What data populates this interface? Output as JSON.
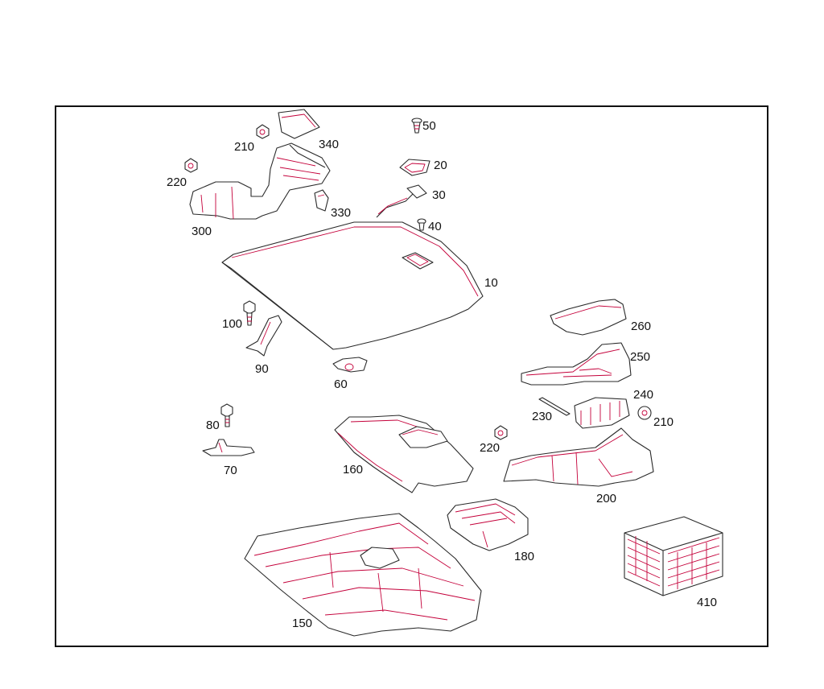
{
  "diagram": {
    "parts": [
      {
        "id": "p10",
        "number": "10"
      },
      {
        "id": "p20",
        "number": "20"
      },
      {
        "id": "p30",
        "number": "30"
      },
      {
        "id": "p40",
        "number": "40"
      },
      {
        "id": "p50",
        "number": "50"
      },
      {
        "id": "p60",
        "number": "60"
      },
      {
        "id": "p70",
        "number": "70"
      },
      {
        "id": "p80",
        "number": "80"
      },
      {
        "id": "p90",
        "number": "90"
      },
      {
        "id": "p100",
        "number": "100"
      },
      {
        "id": "p150",
        "number": "150"
      },
      {
        "id": "p160",
        "number": "160"
      },
      {
        "id": "p180",
        "number": "180"
      },
      {
        "id": "p200",
        "number": "200"
      },
      {
        "id": "p210a",
        "number": "210"
      },
      {
        "id": "p210b",
        "number": "210"
      },
      {
        "id": "p220a",
        "number": "220"
      },
      {
        "id": "p220b",
        "number": "220"
      },
      {
        "id": "p230",
        "number": "230"
      },
      {
        "id": "p240",
        "number": "240"
      },
      {
        "id": "p250",
        "number": "250"
      },
      {
        "id": "p260",
        "number": "260"
      },
      {
        "id": "p300",
        "number": "300"
      },
      {
        "id": "p330",
        "number": "330"
      },
      {
        "id": "p340",
        "number": "340"
      },
      {
        "id": "p410",
        "number": "410"
      }
    ],
    "colors": {
      "line": "#2a2a2a",
      "accent_line": "#c4003a",
      "frame": "#111111",
      "background": "#ffffff"
    }
  }
}
